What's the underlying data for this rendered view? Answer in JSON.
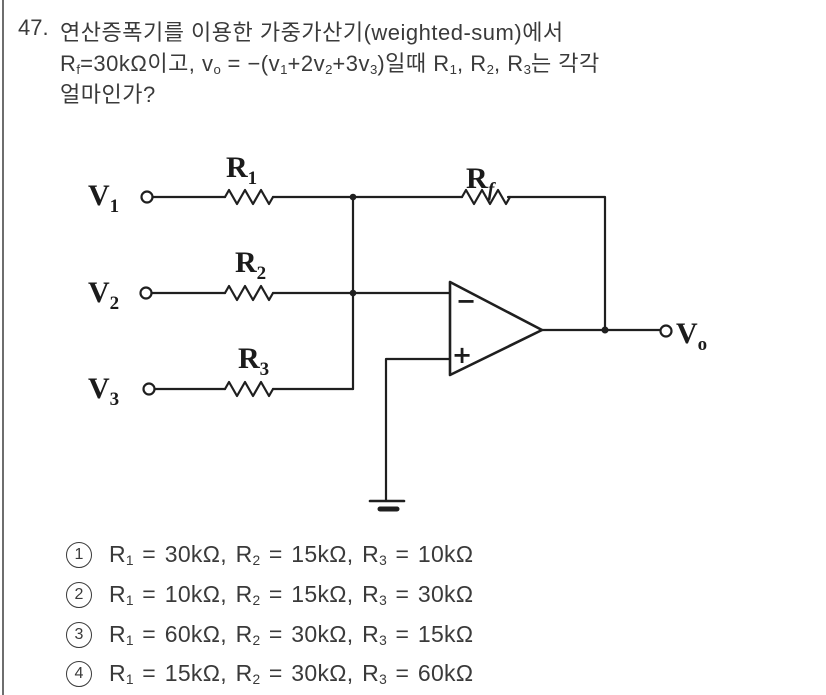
{
  "colors": {
    "background": "#ffffff",
    "ink": "#1b1b1b",
    "text": "#3a3a3a",
    "border_line": "#6e6e6e"
  },
  "question": {
    "number": "47.",
    "line1": "연산증폭기를 이용한 가중가산기(weighted-sum)에서",
    "line2_segments": [
      {
        "t": "R"
      },
      {
        "s": "f"
      },
      {
        "t": "=30kΩ이고, v"
      },
      {
        "s": "o"
      },
      {
        "t": " = −(v"
      },
      {
        "s": "1"
      },
      {
        "t": "+2v"
      },
      {
        "s": "2"
      },
      {
        "t": "+3v"
      },
      {
        "s": "3"
      },
      {
        "t": ")일때 R"
      },
      {
        "s": "1"
      },
      {
        "t": ", R"
      },
      {
        "s": "2"
      },
      {
        "t": ", R"
      },
      {
        "s": "3"
      },
      {
        "t": "는 각각"
      }
    ],
    "line3": "얼마인가?"
  },
  "circuit": {
    "labels": {
      "v1": {
        "base": "V",
        "sub": "1"
      },
      "v2": {
        "base": "V",
        "sub": "2"
      },
      "v3": {
        "base": "V",
        "sub": "3"
      },
      "r1": {
        "base": "R",
        "sub": "1"
      },
      "r2": {
        "base": "R",
        "sub": "2"
      },
      "r3": {
        "base": "R",
        "sub": "3"
      },
      "rf": {
        "base": "R",
        "sub": "f"
      },
      "vo": {
        "base": "V",
        "sub": "o"
      }
    },
    "opamp": {
      "inverting_label": "−",
      "noninverting_label": "+"
    },
    "icons": {
      "ground": "earth-ground-symbol",
      "input_terminals": "open-circle",
      "output_terminal": "open-circle",
      "resistors": "zigzag-resistor"
    }
  },
  "choices": [
    {
      "marker": "1",
      "segments": [
        {
          "t": "R"
        },
        {
          "s": "1"
        },
        {
          "t": " = 30kΩ,  R"
        },
        {
          "s": "2"
        },
        {
          "t": " = 15kΩ,  R"
        },
        {
          "s": "3"
        },
        {
          "t": " = 10kΩ"
        }
      ]
    },
    {
      "marker": "2",
      "segments": [
        {
          "t": "R"
        },
        {
          "s": "1"
        },
        {
          "t": " = 10kΩ,  R"
        },
        {
          "s": "2"
        },
        {
          "t": " = 15kΩ,  R"
        },
        {
          "s": "3"
        },
        {
          "t": " = 30kΩ"
        }
      ]
    },
    {
      "marker": "3",
      "segments": [
        {
          "t": "R"
        },
        {
          "s": "1"
        },
        {
          "t": " = 60kΩ,  R"
        },
        {
          "s": "2"
        },
        {
          "t": " = 30kΩ,  R"
        },
        {
          "s": "3"
        },
        {
          "t": " = 15kΩ"
        }
      ]
    },
    {
      "marker": "4",
      "segments": [
        {
          "t": "R"
        },
        {
          "s": "1"
        },
        {
          "t": " = 15kΩ,  R"
        },
        {
          "s": "2"
        },
        {
          "t": " = 30kΩ,  R"
        },
        {
          "s": "3"
        },
        {
          "t": " = 60kΩ"
        }
      ]
    }
  ]
}
